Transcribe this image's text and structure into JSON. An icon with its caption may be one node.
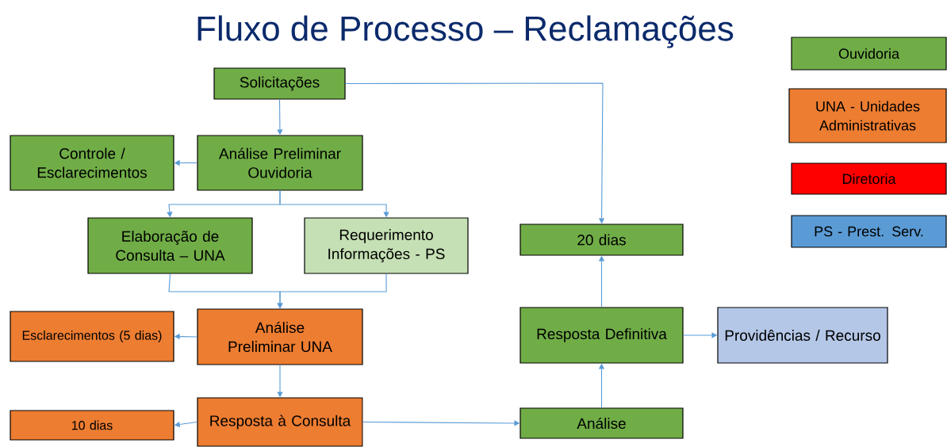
{
  "diagram": {
    "title": "Fluxo de Processo – Reclamações",
    "nodes": [
      {
        "text": [
          "Solicitações"
        ]
      },
      {
        "text": [
          "Controle / Esclarecimentos"
        ]
      },
      {
        "text": [
          "Análise Preliminar Ouvidoria"
        ]
      },
      {
        "text": [
          "Elaboração de Consulta – UNA"
        ]
      },
      {
        "text": [
          "Requerimento Informações - PS"
        ]
      },
      {
        "text": [
          "Esclarecimentos (5 dias)"
        ]
      },
      {
        "text": [
          "Análise Preliminar UNA"
        ]
      },
      {
        "text": [
          "10 dias"
        ]
      },
      {
        "text": [
          "Resposta à Consulta"
        ]
      },
      {
        "text": [
          "20 dias"
        ]
      },
      {
        "text": [
          "Resposta Definitiva"
        ]
      },
      {
        "text": [
          "Providências / Recurso"
        ]
      },
      {
        "text": [
          "Análise"
        ]
      }
    ],
    "edges": [
      {
        "from": 0,
        "to": 2,
        "arrow": "to"
      },
      {
        "from": 2,
        "to": 1,
        "arrow": "to"
      },
      {
        "from": 2,
        "to": 3,
        "arrow": "to"
      },
      {
        "from": 2,
        "to": 4,
        "arrow": "to"
      },
      {
        "from": 3,
        "to": 6,
        "arrow": "to"
      },
      {
        "from": 4,
        "to": 6,
        "arrow": "to"
      },
      {
        "from": 6,
        "to": 5,
        "arrow": "to"
      },
      {
        "from": 6,
        "to": 8,
        "arrow": "to"
      },
      {
        "from": 8,
        "to": 7,
        "arrow": "to"
      },
      {
        "from": 8,
        "to": 12,
        "arrow": "to"
      },
      {
        "from": 12,
        "to": 10,
        "arrow": "to"
      },
      {
        "from": 10,
        "to": 9,
        "arrow": "to"
      },
      {
        "from": 10,
        "to": 11,
        "arrow": "to"
      },
      {
        "from": 0,
        "to": 9,
        "arrow": "to"
      }
    ],
    "legend": [
      {
        "text": "Ouvidoria",
        "color": "#70ad47"
      },
      {
        "text": "UNA - Unidades Administrativas",
        "color": "#ed7d31"
      },
      {
        "text": "Diretoria",
        "color": "#ff0000"
      },
      {
        "text": "PS - Prest. Serv.",
        "color": "#5b9bd5"
      }
    ]
  }
}
